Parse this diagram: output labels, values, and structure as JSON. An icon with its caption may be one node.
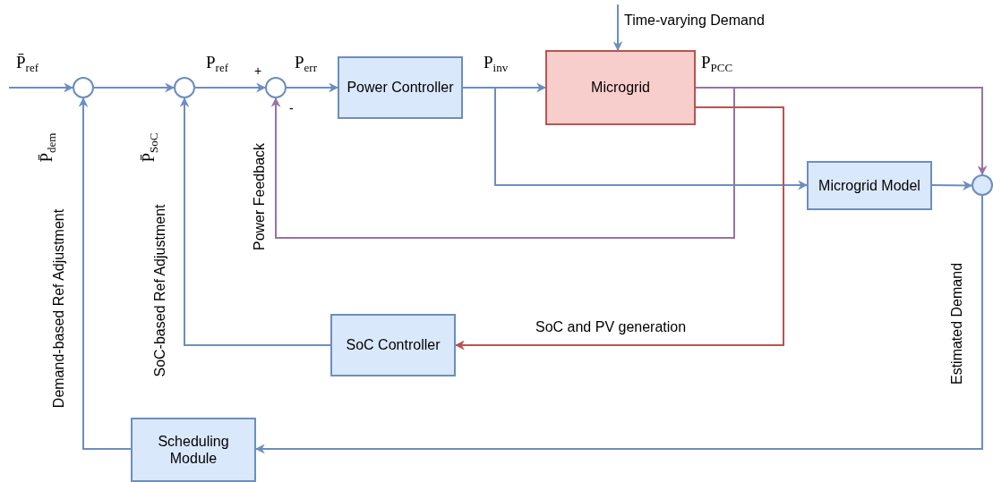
{
  "diagram": {
    "nodes": [
      {
        "text": [],
        "shape": "circle"
      },
      {
        "text": [],
        "shape": "circle"
      },
      {
        "text": [],
        "shape": "circle",
        "beside": [
          "+",
          "-"
        ]
      },
      {
        "text": [
          "Power Controller"
        ]
      },
      {
        "text": [
          "Microgrid"
        ]
      },
      {
        "text": [
          "Microgrid Model"
        ]
      },
      {
        "text": [],
        "shape": "circle"
      },
      {
        "text": [
          "SoC Controller"
        ]
      },
      {
        "text": [
          "Scheduling Module"
        ]
      }
    ],
    "edges": [
      {
        "from": null,
        "to": 0,
        "arrow": "to",
        "label": "P̄$_{ref}$"
      },
      {
        "from": 0,
        "to": 1,
        "arrow": "to"
      },
      {
        "from": 1,
        "to": 2,
        "arrow": "to",
        "label": "P$_{ref}$"
      },
      {
        "from": 2,
        "to": 3,
        "arrow": "to",
        "label": "P$_{err}$"
      },
      {
        "from": 3,
        "to": 4,
        "arrow": "to",
        "label": "P$_{inv}$"
      },
      {
        "from": 3,
        "to": 5,
        "arrow": "to"
      },
      {
        "from": 4,
        "to": 6,
        "arrow": "to",
        "label": "P$_{PCC}$",
        "color": "#9673a6"
      },
      {
        "from": 4,
        "to": 2,
        "arrow": "to",
        "label": "Power Feedback",
        "color": "#9673a6"
      },
      {
        "from": 4,
        "to": 7,
        "arrow": "to",
        "label": "SoC and PV generation",
        "color": "#b85450"
      },
      {
        "from": 5,
        "to": 6,
        "arrow": "to"
      },
      {
        "from": 6,
        "to": 8,
        "arrow": "to",
        "label": "Estimated Demand"
      },
      {
        "from": 8,
        "to": 0,
        "arrow": "to",
        "label": "Demand-based Ref Adjustment"
      },
      {
        "from": 7,
        "to": 1,
        "arrow": "to",
        "label": "SoC-based Ref Adjustment"
      },
      {
        "from": null,
        "to": 4,
        "arrow": "to",
        "label": "Time-varying Demand"
      }
    ],
    "labels": [
      "P̄$_{dem}$",
      "P̄$_{SoC}$"
    ]
  }
}
